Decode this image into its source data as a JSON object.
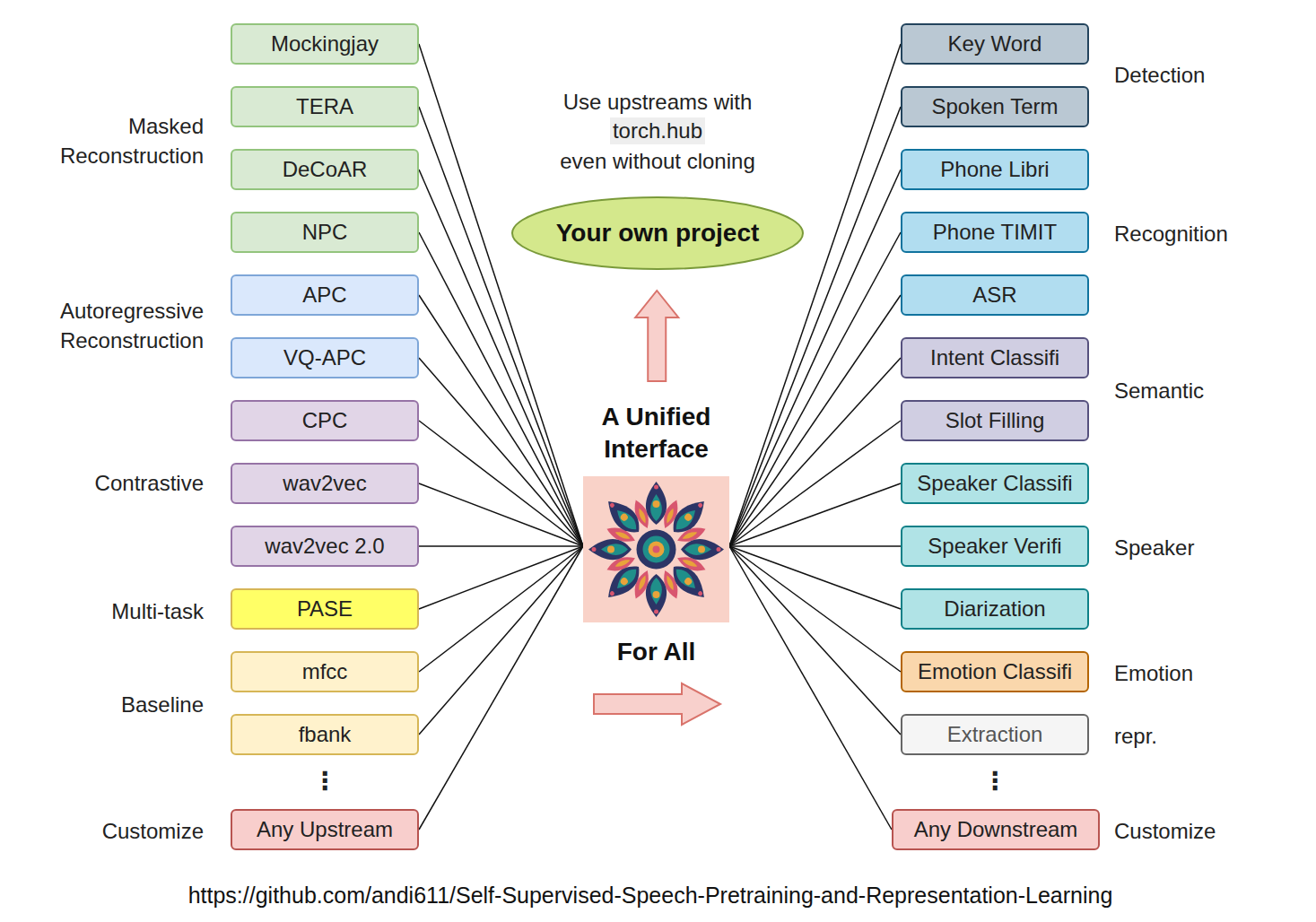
{
  "diagram": {
    "nodes": [
      {
        "text": [
          "Mockingjay"
        ]
      },
      {
        "text": [
          "TERA"
        ]
      },
      {
        "text": [
          "DeCoAR"
        ]
      },
      {
        "text": [
          "NPC"
        ]
      },
      {
        "text": [
          "APC"
        ]
      },
      {
        "text": [
          "VQ-APC"
        ]
      },
      {
        "text": [
          "CPC"
        ]
      },
      {
        "text": [
          "wav2vec"
        ]
      },
      {
        "text": [
          "wav2vec 2.0"
        ]
      },
      {
        "text": [
          "PASE"
        ]
      },
      {
        "text": [
          "mfcc"
        ]
      },
      {
        "text": [
          "fbank"
        ]
      },
      {
        "text": [
          "Any Upstream"
        ]
      },
      {
        "text": [
          "Your own project"
        ]
      },
      {
        "text": [
          "A Unified Interface",
          "For All"
        ]
      },
      {
        "text": [
          "Key Word"
        ]
      },
      {
        "text": [
          "Spoken Term"
        ]
      },
      {
        "text": [
          "Phone Libri"
        ]
      },
      {
        "text": [
          "Phone TIMIT"
        ]
      },
      {
        "text": [
          "ASR"
        ]
      },
      {
        "text": [
          "Intent Classifi"
        ]
      },
      {
        "text": [
          "Slot Filling"
        ]
      },
      {
        "text": [
          "Speaker Classifi"
        ]
      },
      {
        "text": [
          "Speaker Verifi"
        ]
      },
      {
        "text": [
          "Diarization"
        ]
      },
      {
        "text": [
          "Emotion Classifi"
        ]
      },
      {
        "text": [
          "Extraction"
        ]
      },
      {
        "text": [
          "Any Downstream"
        ]
      }
    ],
    "edges": [
      {
        "from": 0,
        "to": 14,
        "arrow": "none"
      },
      {
        "from": 1,
        "to": 14,
        "arrow": "none"
      },
      {
        "from": 2,
        "to": 14,
        "arrow": "none"
      },
      {
        "from": 3,
        "to": 14,
        "arrow": "none"
      },
      {
        "from": 4,
        "to": 14,
        "arrow": "none"
      },
      {
        "from": 5,
        "to": 14,
        "arrow": "none"
      },
      {
        "from": 6,
        "to": 14,
        "arrow": "none"
      },
      {
        "from": 7,
        "to": 14,
        "arrow": "none"
      },
      {
        "from": 8,
        "to": 14,
        "arrow": "none"
      },
      {
        "from": 9,
        "to": 14,
        "arrow": "none"
      },
      {
        "from": 10,
        "to": 14,
        "arrow": "none"
      },
      {
        "from": 11,
        "to": 14,
        "arrow": "none"
      },
      {
        "from": 12,
        "to": 14,
        "arrow": "none"
      },
      {
        "from": 14,
        "to": 13,
        "arrow": "to"
      },
      {
        "from": 14,
        "to": 15,
        "arrow": "none"
      },
      {
        "from": 14,
        "to": 16,
        "arrow": "none"
      },
      {
        "from": 14,
        "to": 17,
        "arrow": "none"
      },
      {
        "from": 14,
        "to": 18,
        "arrow": "none"
      },
      {
        "from": 14,
        "to": 19,
        "arrow": "none"
      },
      {
        "from": 14,
        "to": 20,
        "arrow": "none"
      },
      {
        "from": 14,
        "to": 21,
        "arrow": "none"
      },
      {
        "from": 14,
        "to": 22,
        "arrow": "none"
      },
      {
        "from": 14,
        "to": 23,
        "arrow": "none"
      },
      {
        "from": 14,
        "to": 24,
        "arrow": "none"
      },
      {
        "from": 14,
        "to": 25,
        "arrow": "none"
      },
      {
        "from": 14,
        "to": 26,
        "arrow": "none"
      },
      {
        "from": 14,
        "to": 27,
        "arrow": "none"
      }
    ],
    "labels": [
      "Masked Reconstruction",
      "Autoregressive Reconstruction",
      "Contrastive",
      "Multi-task",
      "Baseline",
      "⋮",
      "Customize",
      "Use upstreams with",
      "torch.hub",
      "even without cloning",
      "Detection",
      "Recognition",
      "Semantic",
      "Speaker",
      "Emotion",
      "repr.",
      "⋮",
      "Customize",
      "https://github.com/andi611/Self-Supervised-Speech-Pretraining-and-Representation-Learning"
    ]
  }
}
